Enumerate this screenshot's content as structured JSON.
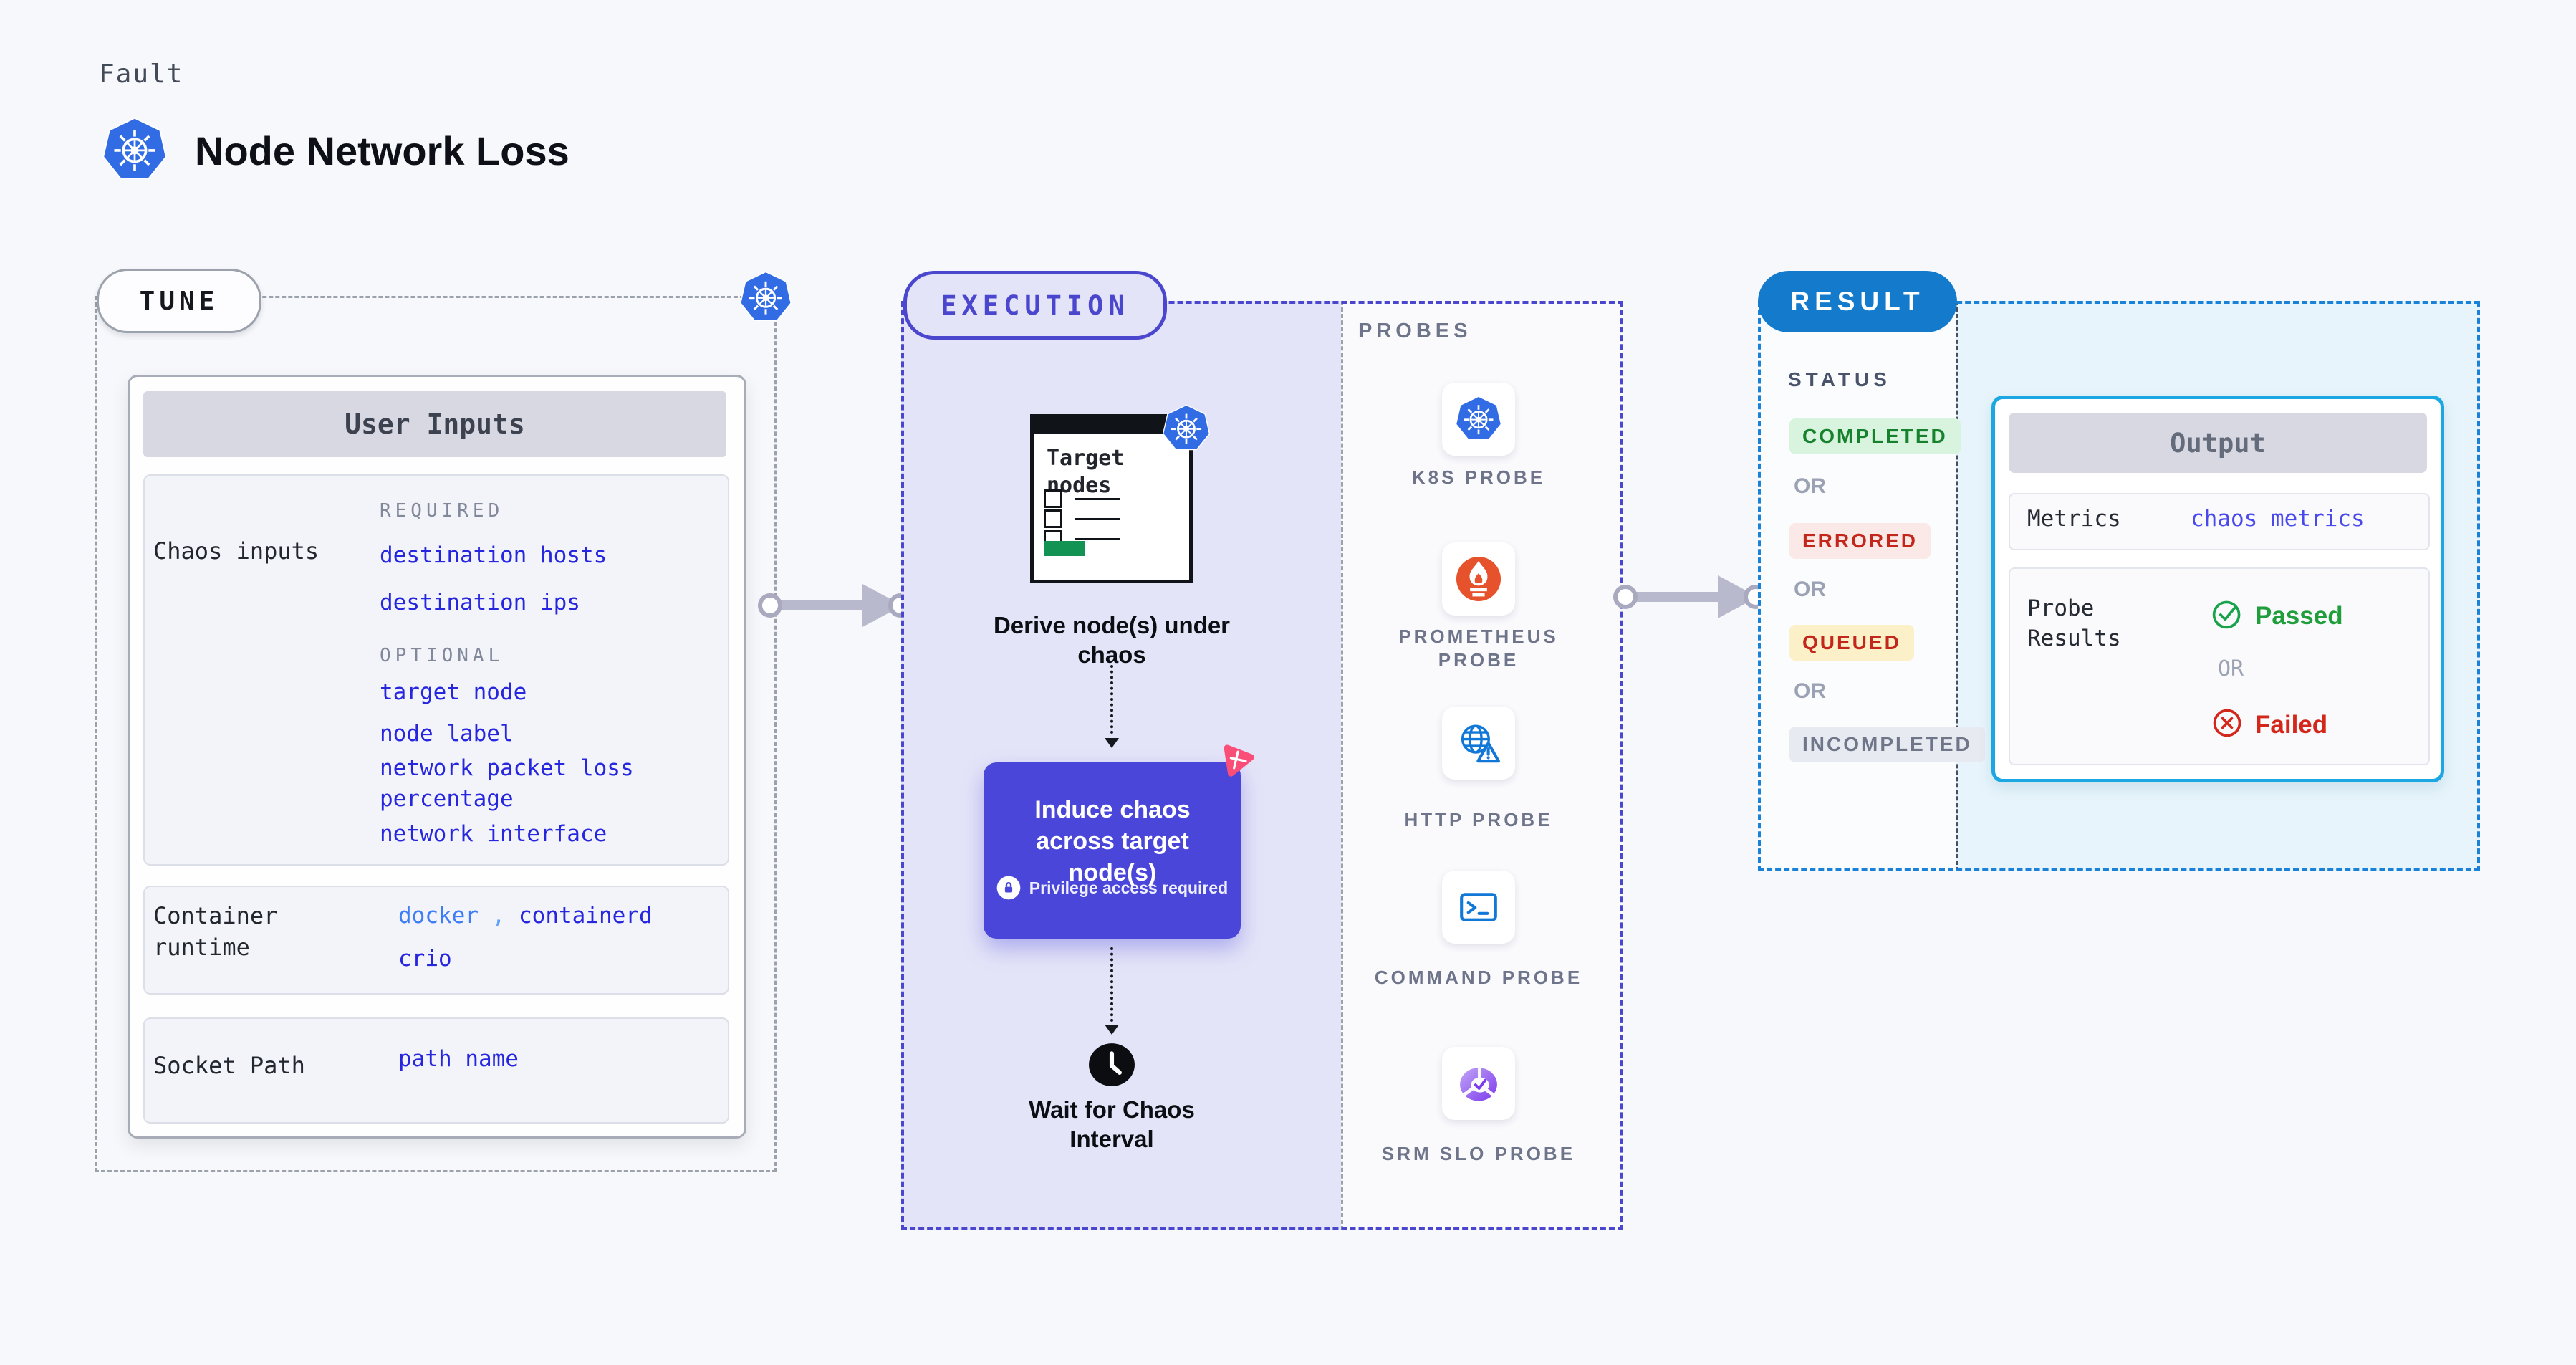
{
  "header": {
    "eyebrow": "Fault",
    "title": "Node Network Loss",
    "icon": "kubernetes-icon"
  },
  "tune": {
    "pill_label": "TUNE",
    "card_title": "User Inputs",
    "required_label": "REQUIRED",
    "optional_label": "OPTIONAL",
    "chaos_inputs_label": "Chaos inputs",
    "required_items": [
      "destination hosts",
      "destination ips"
    ],
    "optional_items": [
      "target node",
      "node label",
      "network packet loss percentage",
      "network interface"
    ],
    "container_runtime": {
      "label": "Container runtime",
      "value1": "docker",
      "separator": ",",
      "value2": "containerd",
      "value3": "crio"
    },
    "socket": {
      "label": "Socket Path",
      "value": "path name"
    }
  },
  "execution": {
    "pill_label": "EXECUTION",
    "target_nodes_title": "Target nodes",
    "derive_text": "Derive node(s) under chaos",
    "induce_text": "Induce chaos across target node(s)",
    "privilege_text": "Privilege access required",
    "wait_text": "Wait for Chaos Interval"
  },
  "probes": {
    "label": "PROBES",
    "items": [
      {
        "label": "K8S PROBE",
        "icon": "kubernetes-icon"
      },
      {
        "label": "PROMETHEUS PROBE",
        "icon": "prometheus-icon"
      },
      {
        "label": "HTTP PROBE",
        "icon": "http-globe-warning-icon"
      },
      {
        "label": "COMMAND PROBE",
        "icon": "terminal-icon"
      },
      {
        "label": "SRM SLO PROBE",
        "icon": "slo-donut-check-icon"
      }
    ]
  },
  "result": {
    "pill_label": "RESULT",
    "status_label": "STATUS",
    "or_label": "OR",
    "statuses": [
      {
        "text": "COMPLETED",
        "bg": "#D9F4DE",
        "color": "#17822D"
      },
      {
        "text": "ERRORED",
        "bg": "#FBE9E7",
        "color": "#C3271B"
      },
      {
        "text": "QUEUED",
        "bg": "#FCF0C8",
        "color": "#C3271B"
      },
      {
        "text": "INCOMPLETED",
        "bg": "#E8EAF1",
        "color": "#6F7689"
      }
    ],
    "output": {
      "title": "Output",
      "metrics_label": "Metrics",
      "metrics_value": "chaos metrics",
      "probe_results_label": "Probe Results",
      "passed_label": "Passed",
      "or_label": "OR",
      "failed_label": "Failed"
    }
  },
  "colors": {
    "page_bg": "#F7F8FB",
    "tune_border": "#9CA2AC",
    "execution_accent": "#4A46CE",
    "execution_bg": "#E4E4F8",
    "induce_purple": "#4946D9",
    "result_pill_blue": "#147BCC",
    "result_border_blue": "#1981D8",
    "output_border_cyan": "#1BA8E2",
    "result_cyan_bg": "#E7F4FB",
    "link_blue": "#2626DF",
    "docker_blue": "#3E7DF8",
    "kubernetes_blue": "#326CE5",
    "prometheus_orange": "#E6522C",
    "green_bar": "#129253",
    "passed_green": "#209E3C",
    "failed_red": "#D2271A",
    "litmus_pink": "#FA4E79"
  }
}
